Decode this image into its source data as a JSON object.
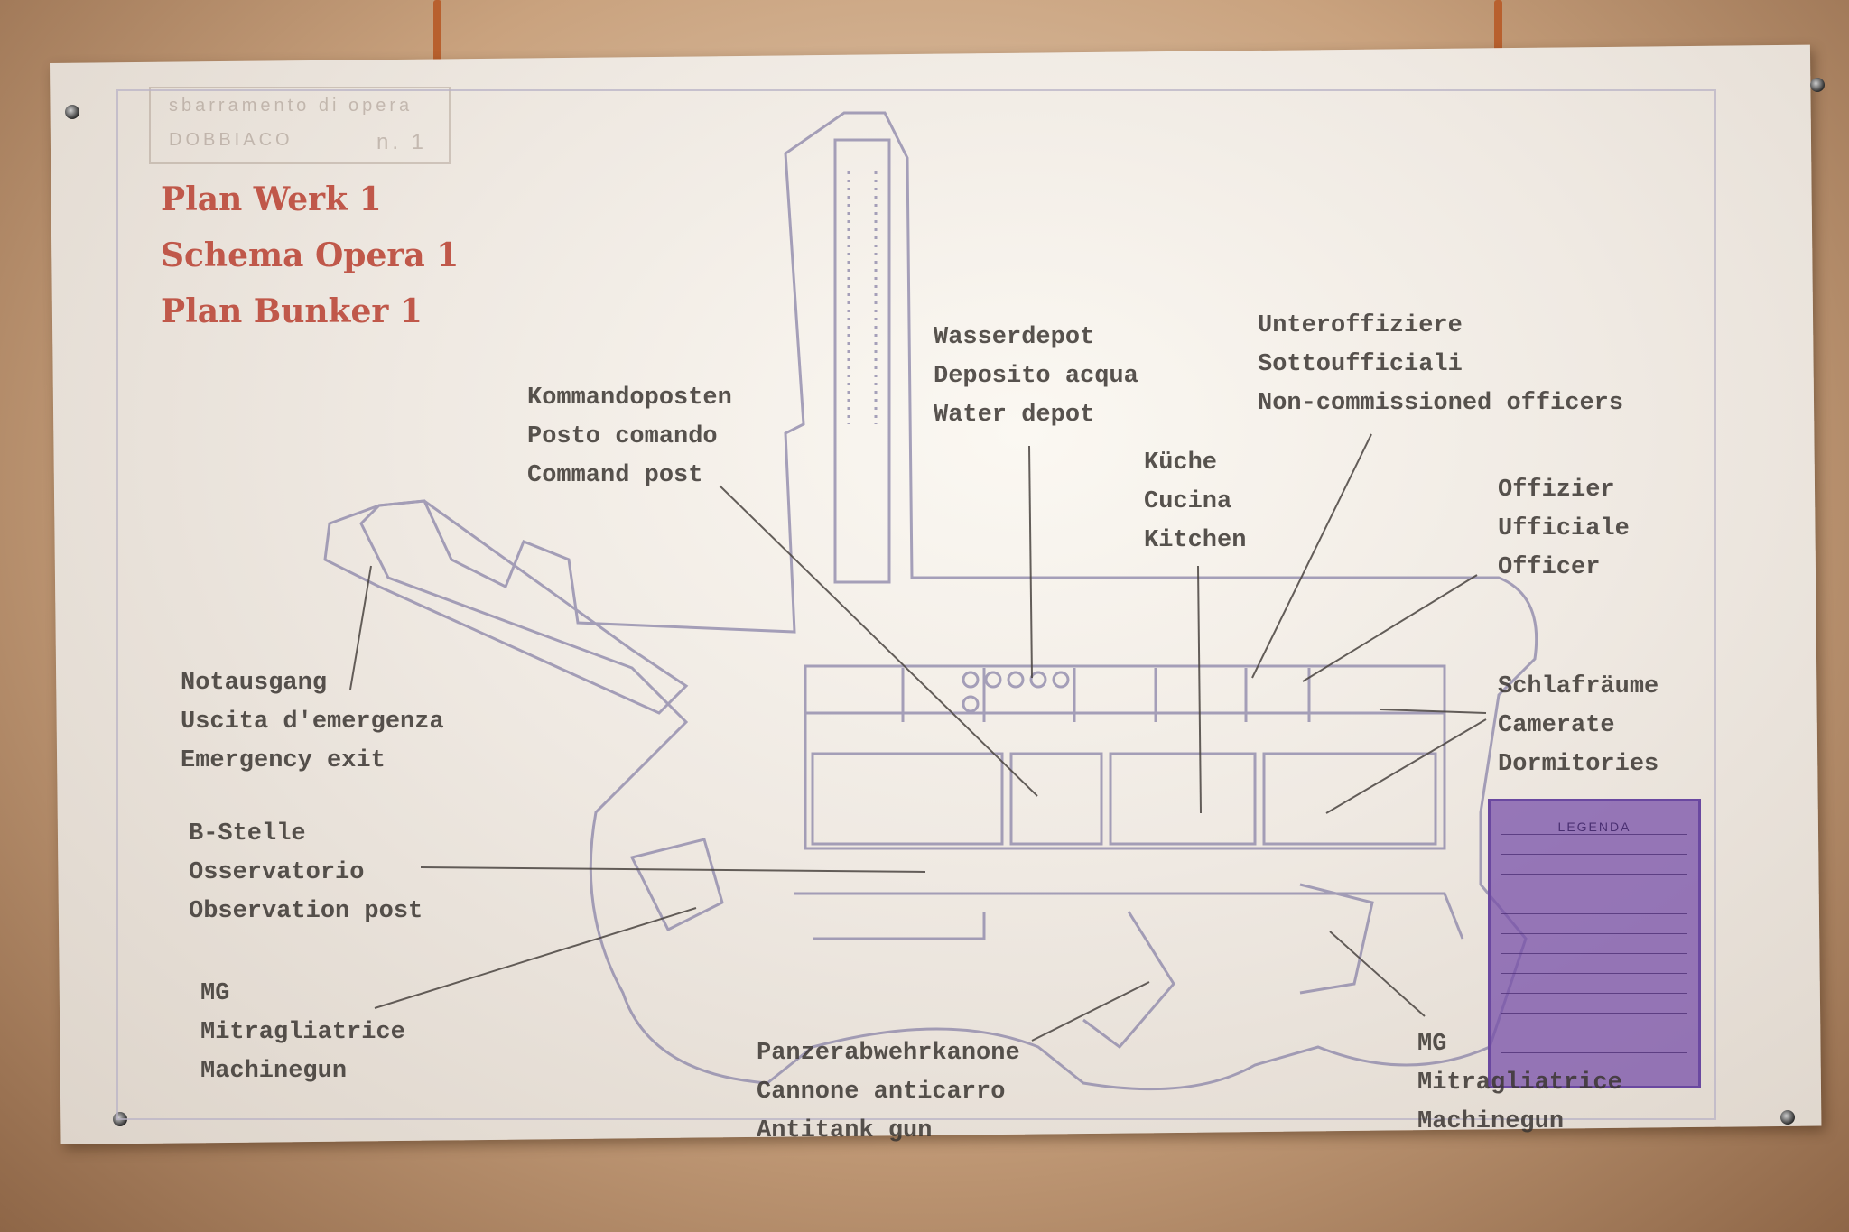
{
  "stamp": {
    "line1": "sbarramento di   opera",
    "line2": "DOBBIACO",
    "number": "n. 1"
  },
  "title": {
    "lines": [
      "Plan Werk 1",
      "Schema Opera 1",
      "Plan Bunker 1"
    ],
    "color": "#c0584a"
  },
  "labels": {
    "command_post": [
      "Kommandoposten",
      "Posto comando",
      "Command post"
    ],
    "water_depot": [
      "Wasserdepot",
      "Deposito acqua",
      "Water depot"
    ],
    "nco": [
      "Unteroffiziere",
      "Sottoufficiali",
      "Non-commissioned officers"
    ],
    "kitchen": [
      "Küche",
      "Cucina",
      "Kitchen"
    ],
    "officer": [
      "Offizier",
      "Ufficiale",
      "Officer"
    ],
    "emergency_exit": [
      "Notausgang",
      "Uscita d'emergenza",
      "Emergency exit"
    ],
    "dormitories": [
      "Schlafräume",
      "Camerate",
      "Dormitories"
    ],
    "observation_post": [
      "B-Stelle",
      "Osservatorio",
      "Observation post"
    ],
    "mg_left": [
      "MG",
      "Mitragliatrice",
      "Machinegun"
    ],
    "antitank_gun": [
      "Panzerabwehrkanone",
      "Cannone anticarro",
      "Antitank gun"
    ],
    "mg_right": [
      "MG",
      "Mitragliatrice",
      "Machinegun"
    ]
  },
  "legend": {
    "title": "LEGENDA",
    "color": "#7850aa"
  }
}
